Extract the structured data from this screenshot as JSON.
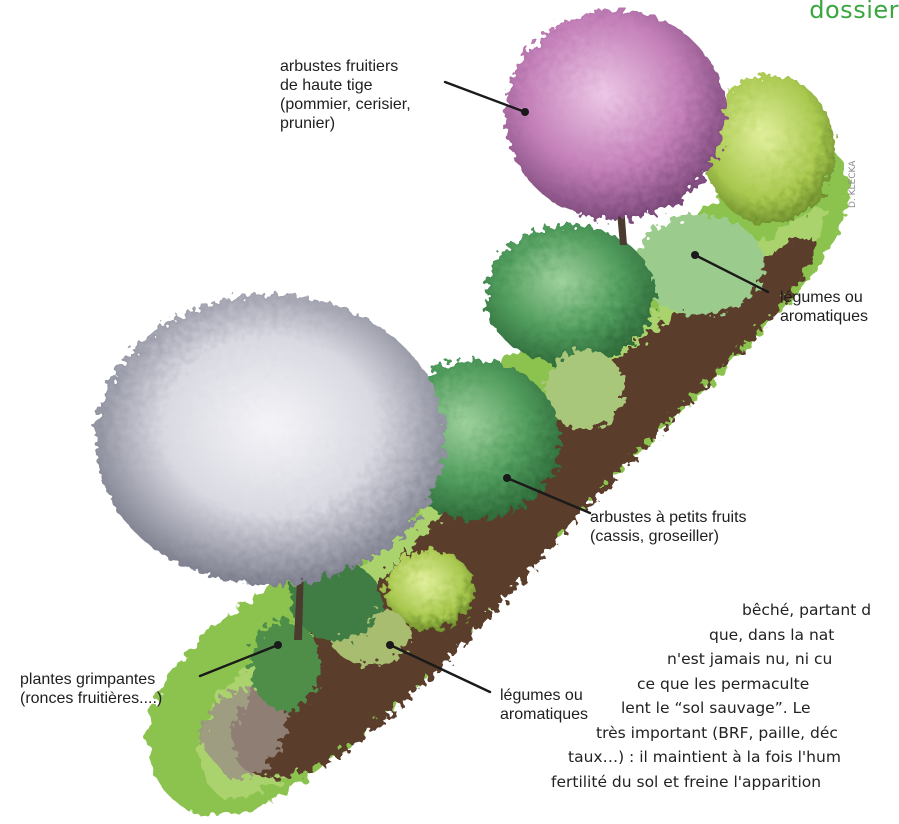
{
  "header": {
    "section": "dossier"
  },
  "credit": "D. KLECKA",
  "colors": {
    "header_green": "#3aa63f",
    "lawn": "#8cc34f",
    "mulch": "#5a3d2b",
    "blossom_pink": "#c37fb8",
    "blossom_white": "#e9e9ef",
    "shrub_green": "#4f9b5c"
  },
  "labels": {
    "fruit_trees": [
      "arbustes fruitiers",
      "de haute tige",
      "(pommier, cerisier,",
      "prunier)"
    ],
    "vegetables_top": [
      "légumes ou",
      "aromatiques"
    ],
    "small_fruit": [
      "arbustes à petits fruits",
      "(cassis, groseiller)"
    ],
    "climbers": [
      "plantes grimpantes",
      "(ronces fruitières....)"
    ],
    "vegetables_bottom": [
      "légumes ou",
      "aromatiques"
    ]
  },
  "article_lines": [
    "bêché, partant d",
    "que, dans la nat",
    "n'est jamais nu, ni cu",
    "ce que les permaculte",
    "lent le “sol sauvage”. Le",
    "très important (BRF, paille, déc",
    "taux…) : il maintient à la fois l'hum",
    "fertilité du sol et freine l'apparition"
  ]
}
